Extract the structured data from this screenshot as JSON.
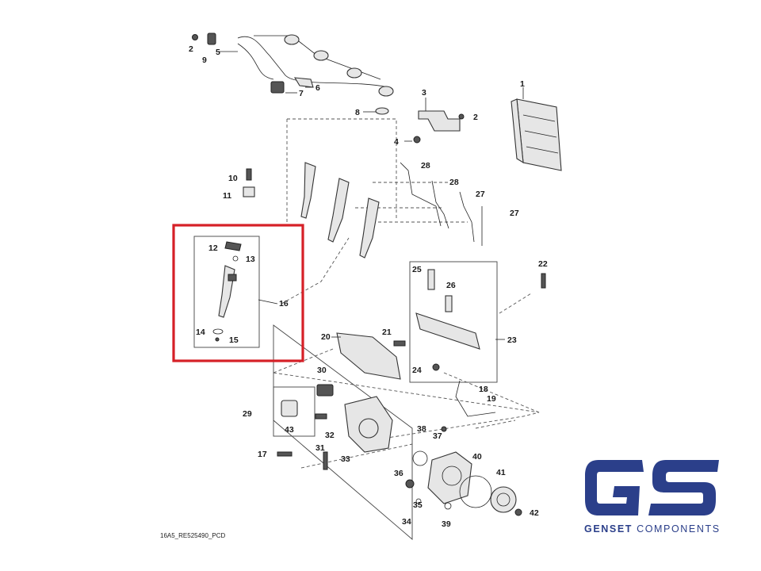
{
  "diagram": {
    "reference_code": "16A5_RE525490_PCD",
    "highlight_color": "#d62027",
    "labels": [
      "1",
      "2",
      "2",
      "3",
      "4",
      "5",
      "6",
      "7",
      "8",
      "9",
      "10",
      "11",
      "12",
      "13",
      "14",
      "15",
      "16",
      "17",
      "18",
      "19",
      "20",
      "21",
      "22",
      "23",
      "24",
      "25",
      "26",
      "27",
      "27",
      "28",
      "28",
      "29",
      "30",
      "31",
      "32",
      "33",
      "34",
      "35",
      "36",
      "37",
      "38",
      "39",
      "40",
      "41",
      "42",
      "43"
    ]
  },
  "brand": {
    "logo_letters": "GS",
    "name_bold": "GENSET",
    "name_light": "COMPONENTS",
    "color": "#2b3f8a"
  }
}
